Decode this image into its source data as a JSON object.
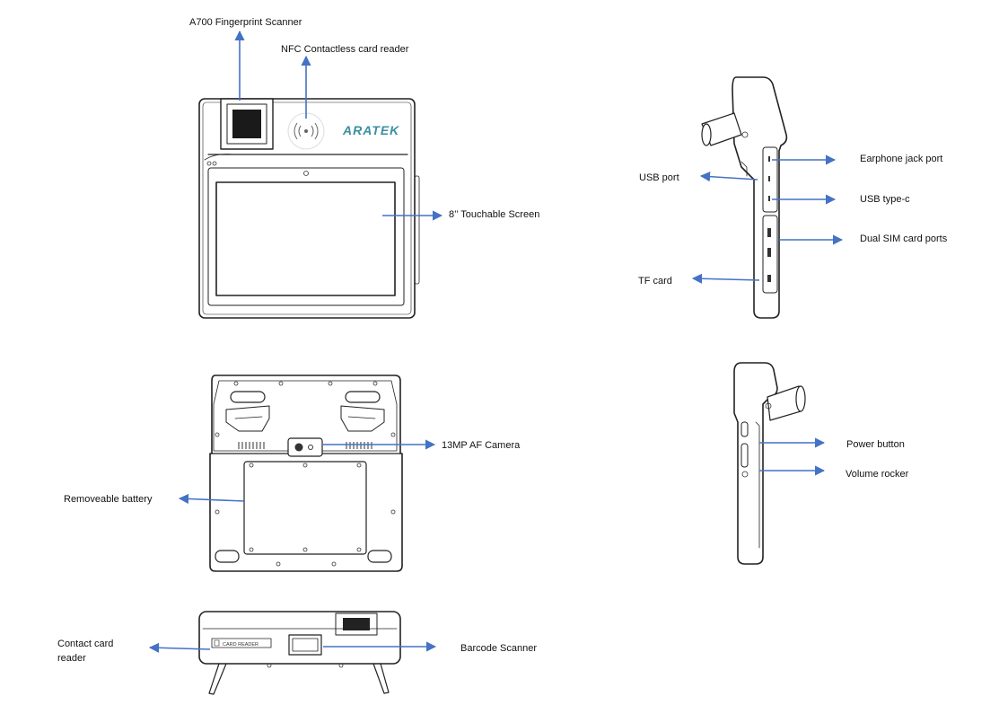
{
  "colors": {
    "arrow": "#4472c4",
    "line": "#222222",
    "brand": "#3a8fa0"
  },
  "front": {
    "brand": "ARATEK"
  },
  "bottom": {
    "card_slot_text": "CARD READER"
  },
  "labels": {
    "fingerprint": "A700 Fingerprint Scanner",
    "nfc": "NFC Contactless card reader",
    "screen": "8’’ Touchable Screen",
    "camera": "13MP AF Camera",
    "battery": "Removeable battery",
    "contact_card_1": "Contact card",
    "contact_card_2": "reader",
    "barcode": "Barcode Scanner",
    "earphone": "Earphone jack port",
    "usb_port": "USB port",
    "usb_c": "USB type-c",
    "sim": "Dual SIM card ports",
    "tf": "TF card",
    "power": "Power button",
    "volume": "Volume rocker"
  },
  "icons": [
    "fingerprint-sensor-icon",
    "nfc-waves-icon",
    "camera-lens-icon",
    "barcode-window-icon",
    "arrow-icon"
  ]
}
